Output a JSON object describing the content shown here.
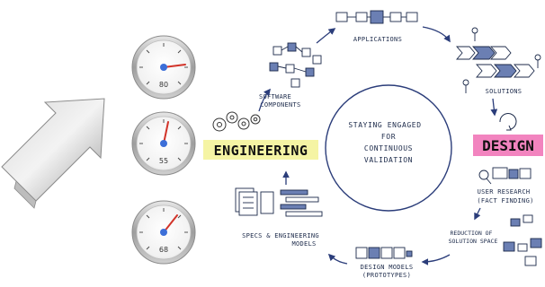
{
  "gauges": [
    {
      "label": "80"
    },
    {
      "label": "55"
    },
    {
      "label": "68"
    }
  ],
  "center_text": [
    "STAYING ENGAGED",
    "FOR",
    "CONTINUOUS",
    "VALIDATION"
  ],
  "labels": {
    "engineering": "ENGINEERING",
    "design": "DESIGN",
    "applications": "APPLICATIONS",
    "solutions": "SOLUTIONS",
    "software_components_1": "SOFTWARE",
    "software_components_2": "COMPONENTS",
    "user_research_1": "USER   RESEARCH",
    "user_research_2": "(FACT FINDING)",
    "reduction_1": "REDUCTION OF",
    "reduction_2": "SOLUTION SPACE",
    "design_models_1": "DESIGN MODELS",
    "design_models_2": "(PROTOTYPES)",
    "specs_1": "SPECS & ENGINEERING",
    "specs_2": "MODELS"
  },
  "colors": {
    "ink": "#1c2a4a",
    "arrow": "#2b3d7a",
    "engineering_highlight": "#f4f39a",
    "design_highlight": "#f06fb4",
    "gauge_needle_red": "#d2342a",
    "gauge_hub_blue": "#3c6fd8"
  }
}
